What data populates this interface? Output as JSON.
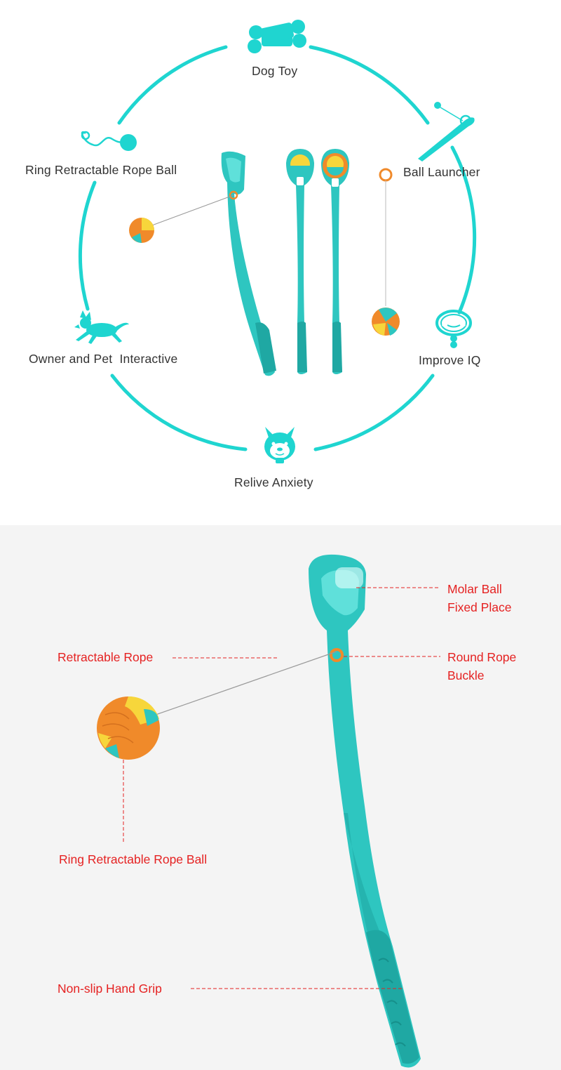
{
  "colors": {
    "accent": "#1fd5d0",
    "toy_teal": "#2ec6c0",
    "toy_teal_dark": "#1fa8a3",
    "ball_orange": "#f08a2a",
    "ball_yellow": "#f7d63b",
    "callout_red": "#e52222",
    "label_gray": "#333333",
    "bottom_bg": "#f4f4f4"
  },
  "features": {
    "dog_toy": "Dog Toy",
    "rope_ball": "Ring Retractable Rope Ball",
    "ball_launcher": "Ball Launcher",
    "owner_pet": "Owner and Pet  Interactive",
    "improve_iq": "Improve IQ",
    "relive_anxiety": "Relive Anxiety"
  },
  "icons": {
    "dog_toy": "bone-icon",
    "rope_ball": "rope-ball-icon",
    "ball_launcher": "launcher-icon",
    "owner_pet": "running-dog-icon",
    "improve_iq": "pet-collar-icon",
    "relive_anxiety": "shiba-dog-face-icon"
  },
  "callouts": {
    "molar_ball_line1": "Molar Ball",
    "molar_ball_line2": "Fixed Place",
    "retractable_rope": "Retractable Rope",
    "round_rope_line1": "Round Rope",
    "round_rope_line2": "Buckle",
    "rope_ball": "Ring Retractable Rope Ball",
    "hand_grip": "Non-slip Hand Grip"
  }
}
